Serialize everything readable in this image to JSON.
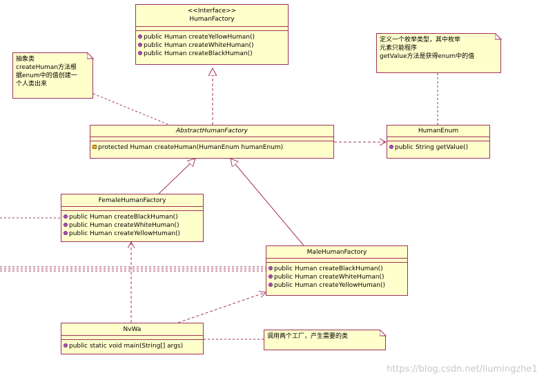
{
  "classes": {
    "human_factory": {
      "stereotype": "<<Interface>>",
      "name": "HumanFactory",
      "ops": [
        "public Human createYellowHuman()",
        "public Human createWhiteHuman()",
        "public Human createBlackHuman()"
      ]
    },
    "abstract_human_factory": {
      "name": "AbstractHumanFactory",
      "ops": [
        "protected Human createHuman(HumanEnum humanEnum)"
      ]
    },
    "human_enum": {
      "name": "HumanEnum",
      "ops": [
        "public String getValue()"
      ]
    },
    "female_human_factory": {
      "name": "FemaleHumanFactory",
      "ops": [
        "public Human createBlackHuman()",
        "public Human createWhiteHuman()",
        "public Human createYellowHuman()"
      ]
    },
    "male_human_factory": {
      "name": "MaleHumanFactory",
      "ops": [
        "public Human createBlackHuman()",
        "public Human createWhiteHuman()",
        "public Human createYellowHuman()"
      ]
    },
    "nvwa": {
      "name": "NvWa",
      "ops": [
        "public static void main(String[] args)"
      ]
    }
  },
  "notes": {
    "abstract_note": "抽象类\ncreateHuman方法根\n据enum中的值创建一\n个人类出来",
    "enum_note": "定义一个枚举类型，其中枚举\n元素只能程序\ngetValue方法是获得enum中的值",
    "nvwa_note": "调用两个工厂，产生需要的类"
  },
  "watermark": "https://blog.csdn.net/liumingzhe1",
  "colors": {
    "box_fill": "#ffffcc",
    "box_border": "#a0305a",
    "line": "#a0305a",
    "op_icon": "#b04ec0"
  }
}
